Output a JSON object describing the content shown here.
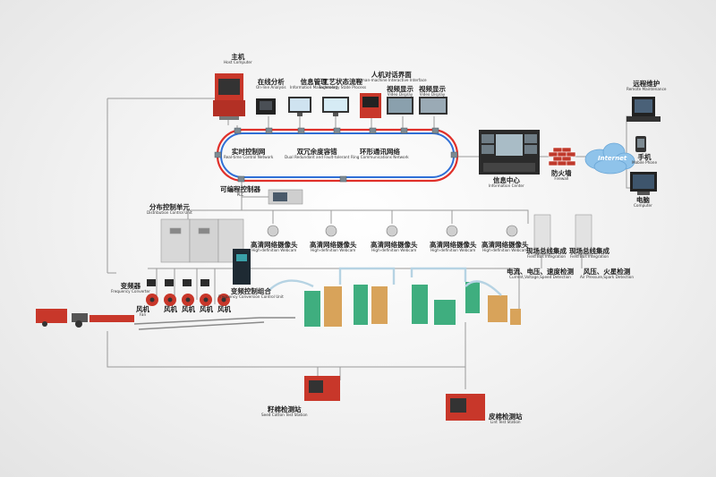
{
  "nodes": {
    "host": {
      "cn": "主机",
      "en": "Host Computer"
    },
    "online_analysis": {
      "cn": "在线分析",
      "en": "On-line Analysis"
    },
    "info_mgmt": {
      "cn": "信息管理",
      "en": "Information Management"
    },
    "process": {
      "cn": "工艺状态流程",
      "en": "Technology State Process"
    },
    "hmi": {
      "cn": "人机对话界面",
      "en": "Human-machine Interactive Interface"
    },
    "video1": {
      "cn": "视频显示",
      "en": "Video Display"
    },
    "video2": {
      "cn": "视频显示",
      "en": "Video Display"
    },
    "realtime": {
      "cn": "实时控制网",
      "en": "Real-time Control Network"
    },
    "redundant": {
      "cn": "双冗余度容错",
      "en": "Dual Redundant and Fault-tolerant"
    },
    "ring": {
      "cn": "环形通讯网络",
      "en": "Ring Communications Network"
    },
    "info_center": {
      "cn": "信息中心",
      "en": "Information Center"
    },
    "firewall": {
      "cn": "防火墙",
      "en": "Firewall"
    },
    "internet": {
      "cn": "Internet",
      "en": ""
    },
    "remote": {
      "cn": "远程维护",
      "en": "Remote Maintenance"
    },
    "mobile": {
      "cn": "手机",
      "en": "Mobile Phone"
    },
    "computer": {
      "cn": "电脑",
      "en": "Computer"
    },
    "plc": {
      "cn": "可编程控制器",
      "en": "PLC"
    },
    "dcu": {
      "cn": "分布控制单元",
      "en": "Distribution Control Unit"
    },
    "webcam1": {
      "cn": "高清网络摄像头",
      "en": "High-definition Webcam"
    },
    "webcam2": {
      "cn": "高清网络摄像头",
      "en": "High-definition Webcam"
    },
    "webcam3": {
      "cn": "高清网络摄像头",
      "en": "High-definition Webcam"
    },
    "webcam4": {
      "cn": "高清网络摄像头",
      "en": "High-definition Webcam"
    },
    "webcam5": {
      "cn": "高清网络摄像头",
      "en": "High-definition Webcam"
    },
    "fieldbus1": {
      "cn": "现场总线集成",
      "en": "Field Bus Integration"
    },
    "fieldbus2": {
      "cn": "现场总线集成",
      "en": "Field Bus Integration"
    },
    "current": {
      "cn": "电流、电压、速度检测",
      "en": "Current,Voltage,Speed Detection"
    },
    "pressure": {
      "cn": "风压、火星检测",
      "en": "Air Pressure,Spark Detection"
    },
    "vfd": {
      "cn": "变频器",
      "en": "Frequency Converter"
    },
    "fan1": {
      "cn": "风机",
      "en": "Fan"
    },
    "fan2": {
      "cn": "风机",
      "en": ""
    },
    "fan3": {
      "cn": "风机",
      "en": ""
    },
    "fan4": {
      "cn": "风机",
      "en": ""
    },
    "fan5": {
      "cn": "风机",
      "en": ""
    },
    "vfd_combo": {
      "cn": "变频控制组合",
      "en": "Frequency Conversion Control Unit"
    },
    "seed_station": {
      "cn": "籽棉检测站",
      "en": "Seed Cotton Test Station"
    },
    "lint_station": {
      "cn": "皮棉检测站",
      "en": "Lint Test Station"
    }
  },
  "colors": {
    "ring_red": "#e0302a",
    "ring_blue": "#2f6fd6",
    "wire": "#9a9a9a",
    "machine_red": "#c8372a",
    "machine_green": "#3fae7f",
    "cabinet": "#d8d8d8"
  }
}
